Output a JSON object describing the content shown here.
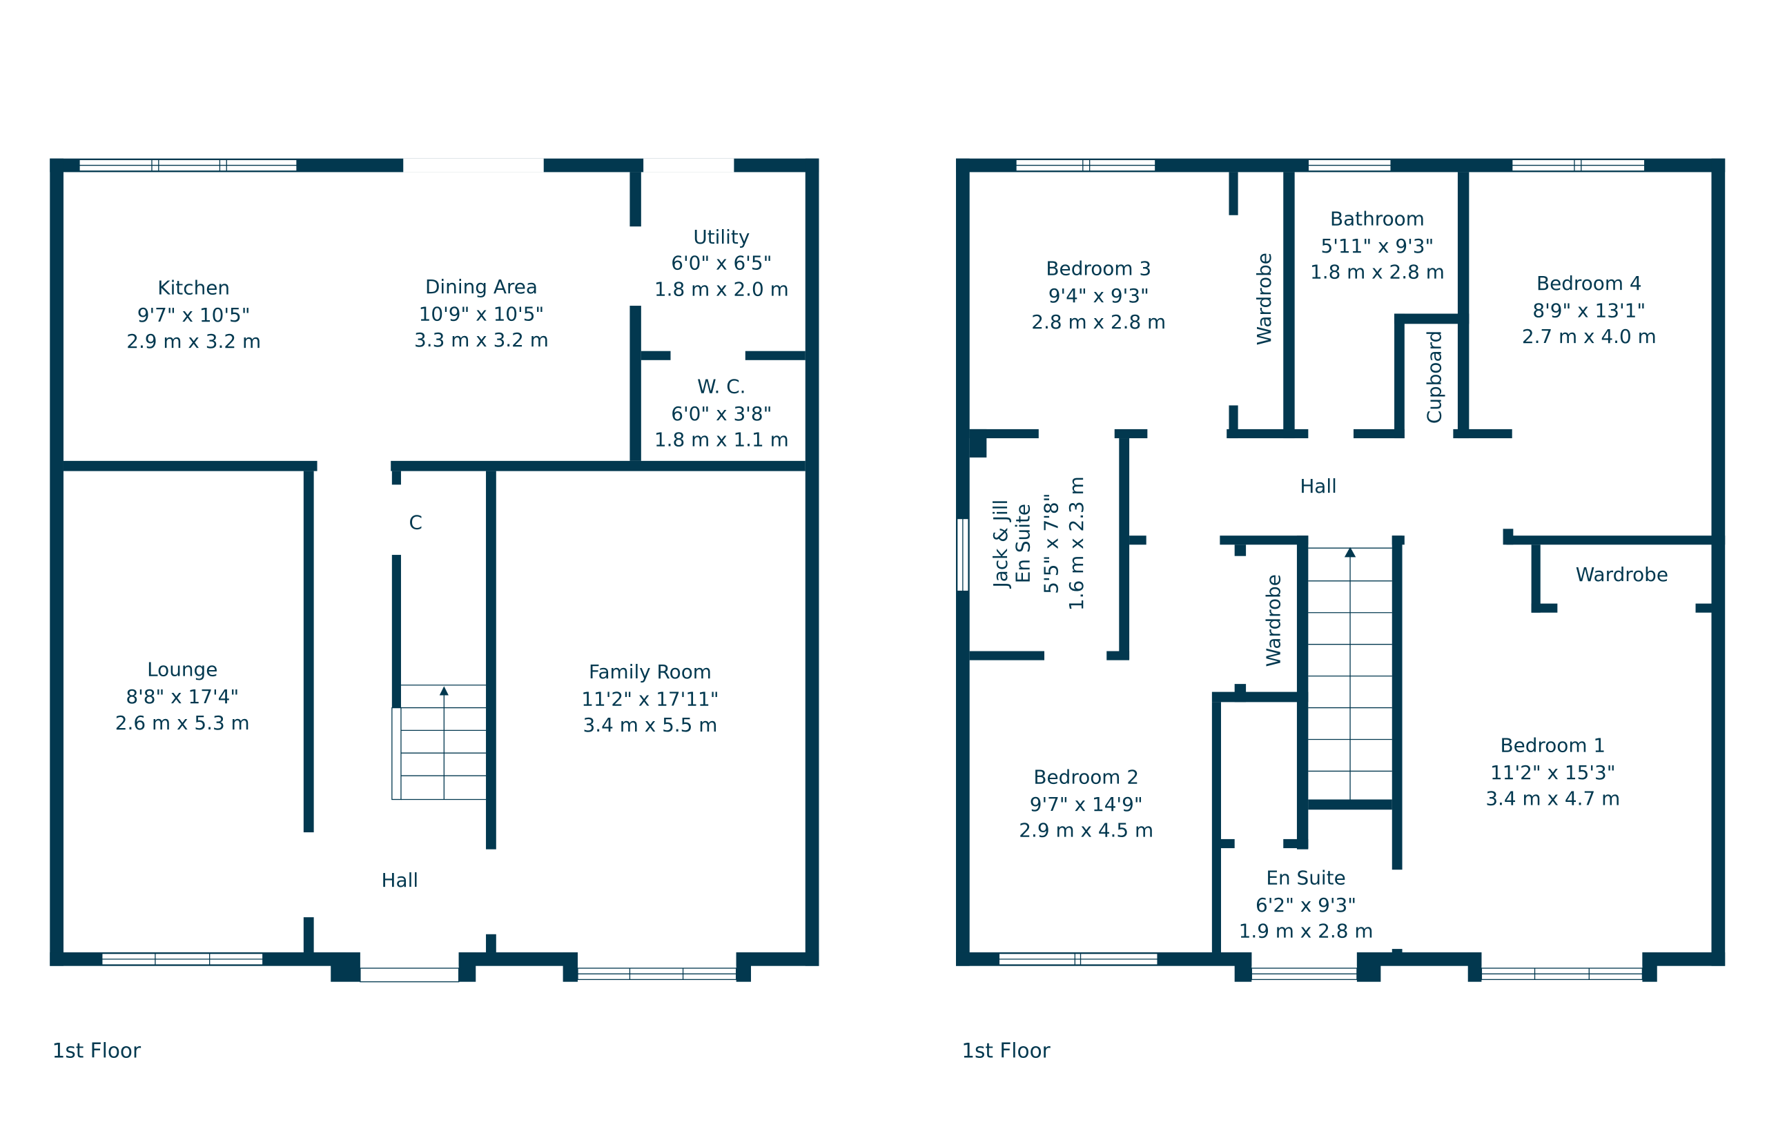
{
  "wall_color": "#02384f",
  "plans": [
    {
      "label": "1st Floor",
      "rooms": [
        {
          "name": "Kitchen",
          "imperial": "9'7\" x 10'5\"",
          "metric": "2.9 m x 3.2 m"
        },
        {
          "name": "Dining Area",
          "imperial": "10'9\" x 10'5\"",
          "metric": "3.3 m x 3.2 m"
        },
        {
          "name": "Utility",
          "imperial": "6'0\" x 6'5\"",
          "metric": "1.8 m x 2.0 m"
        },
        {
          "name": "W. C.",
          "imperial": "6'0\" x 3'8\"",
          "metric": "1.8 m x 1.1 m"
        },
        {
          "name": "Lounge",
          "imperial": "8'8\" x 17'4\"",
          "metric": "2.6 m x 5.3 m"
        },
        {
          "name": "Family Room",
          "imperial": "11'2\" x 17'11\"",
          "metric": "3.4 m x 5.5 m"
        },
        {
          "name": "Hall"
        },
        {
          "name": "C"
        }
      ]
    },
    {
      "label": "1st Floor",
      "rooms": [
        {
          "name": "Bedroom 3",
          "imperial": "9'4\" x 9'3\"",
          "metric": "2.8 m x 2.8 m"
        },
        {
          "name": "Bathroom",
          "imperial": "5'11\" x 9'3\"",
          "metric": "1.8 m x 2.8 m"
        },
        {
          "name": "Bedroom 4",
          "imperial": "8'9\" x 13'1\"",
          "metric": "2.7 m x 4.0 m"
        },
        {
          "name": "Wardrobe"
        },
        {
          "name": "Cupboard"
        },
        {
          "name": "Hall"
        },
        {
          "name": "Jack & Jill",
          "name2": "En Suite",
          "imperial": "5'5\" x 7'8\"",
          "metric": "1.6 m x 2.3 m"
        },
        {
          "name": "Wardrobe"
        },
        {
          "name": "Wardrobe"
        },
        {
          "name": "Bedroom 2",
          "imperial": "9'7\" x 14'9\"",
          "metric": "2.9 m x 4.5 m"
        },
        {
          "name": "En Suite",
          "imperial": "6'2\" x 9'3\"",
          "metric": "1.9 m x 2.8 m"
        },
        {
          "name": "Bedroom 1",
          "imperial": "11'2\" x 15'3\"",
          "metric": "3.4 m x 4.7 m"
        }
      ]
    }
  ]
}
